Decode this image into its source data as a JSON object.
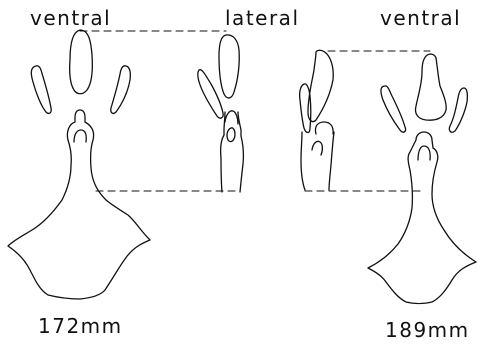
{
  "labels": {
    "view_left": "ventral",
    "view_middle": "lateral",
    "view_right": "ventral",
    "size_left": "172mm",
    "size_right": "189mm"
  },
  "colors": {
    "ink": "#111111",
    "background": "#ffffff"
  }
}
